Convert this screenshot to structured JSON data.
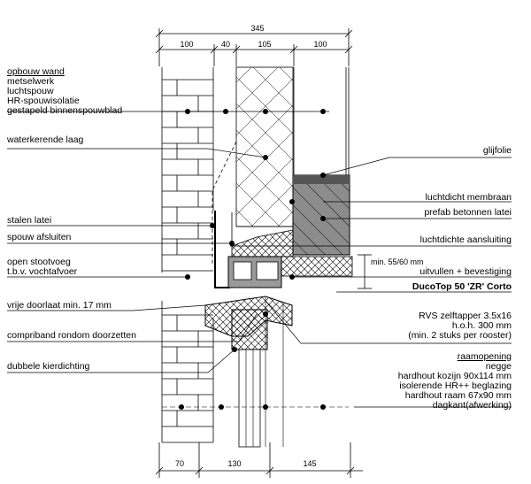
{
  "dimensions": {
    "top_total": "345",
    "top_segments": [
      "100",
      "40",
      "105",
      "100"
    ],
    "bottom_segments": [
      "70",
      "130",
      "145"
    ],
    "min_gap": "min. 55/60 mm"
  },
  "left_labels": {
    "wall_build_up": {
      "heading": "opbouw wand",
      "lines": [
        "metselwerk",
        "luchtspouw",
        "HR-spouwisolatie",
        "gestapeld binnenspouwblad"
      ]
    },
    "water_barrier": "waterkerende laag",
    "steel_lintel": "stalen latei",
    "cavity_closure": "spouw afsluiten",
    "open_joint": [
      "open stootvoeg",
      "t.b.v. vochtafvoer"
    ],
    "free_passage": "vrije doorlaat min. 17 mm",
    "compriband": "compriband rondom doorzetten",
    "double_seal": "dubbele kierdichting"
  },
  "right_labels": {
    "slip_foil": "glijfolie",
    "airtight_membrane": "luchtdicht membraan",
    "precast_lintel": "prefab betonnen latei",
    "airtight_connection": "luchtdichte aansluiting",
    "fill_fixing": "uitvullen + bevestiging",
    "product": "DucoTop 50 'ZR' Corto",
    "screws": [
      "RVS zelftapper 3.5x16",
      "h.o.h. 300 mm",
      "(min. 2 stuks per rooster)"
    ],
    "window_opening": {
      "heading": "raamopening",
      "lines": [
        "negge",
        "hardhout kozijn 90x114 mm",
        "isolerende HR++ beglazing",
        "hardhout raam 67x90 mm",
        "dagkant(afwerking)"
      ]
    }
  },
  "colors": {
    "line": "#000000",
    "concrete": "#8c8c8c",
    "profile": "#9a9a9a"
  }
}
